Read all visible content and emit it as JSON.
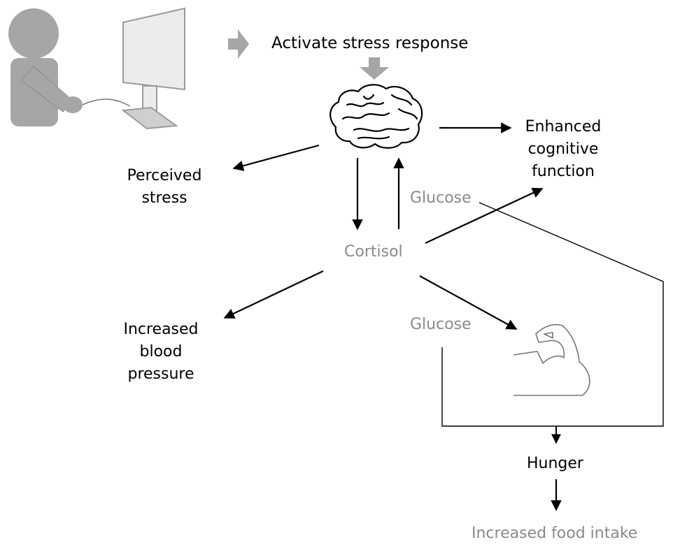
{
  "labels": {
    "activate": "Activate stress response",
    "enhanced": [
      "Enhanced",
      "cognitive",
      "function"
    ],
    "perceived": [
      "Perceived",
      "stress"
    ],
    "glucose_top": "Glucose",
    "cortisol": "Cortisol",
    "increased_bp": [
      "Increased",
      "blood",
      "pressure"
    ],
    "glucose_bottom": "Glucose",
    "hunger": "Hunger",
    "food_intake": "Increased food intake"
  },
  "icons": {
    "person": "person-at-computer-icon",
    "brain": "brain-icon",
    "muscle": "flexed-arm-icon",
    "block_arrow": "block-arrow-icon"
  },
  "colors": {
    "arrow": "#000000",
    "gray_text": "#8a8a8a",
    "icon_fill": "#a6a6a6",
    "screen_fill": "#ececec"
  }
}
